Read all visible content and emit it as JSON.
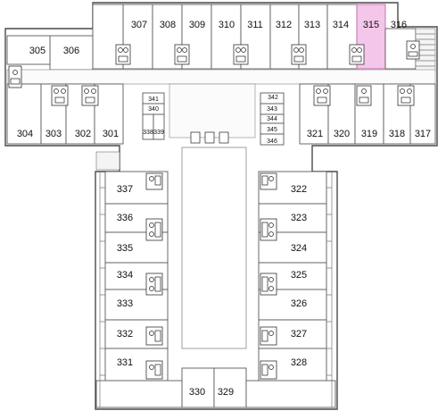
{
  "floor": {
    "highlighted_room": "315",
    "highlight_color": "#f3c6ea",
    "rooms": {
      "r301": "301",
      "r302": "302",
      "r303": "303",
      "r304": "304",
      "r305": "305",
      "r306": "306",
      "r307": "307",
      "r308": "308",
      "r309": "309",
      "r310": "310",
      "r311": "311",
      "r312": "312",
      "r313": "313",
      "r314": "314",
      "r315": "315",
      "r316": "316",
      "r317": "317",
      "r318": "318",
      "r319": "319",
      "r320": "320",
      "r321": "321",
      "r322": "322",
      "r323": "323",
      "r324": "324",
      "r325": "325",
      "r326": "326",
      "r327": "327",
      "r328": "328",
      "r329": "329",
      "r330": "330",
      "r331": "331",
      "r332": "332",
      "r333": "333",
      "r334": "334",
      "r335": "335",
      "r336": "336",
      "r337": "337",
      "r338": "338",
      "r339": "339",
      "r340": "340",
      "r341": "341",
      "r342": "342",
      "r343": "343",
      "r344": "344",
      "r345": "345",
      "r346": "346"
    }
  }
}
